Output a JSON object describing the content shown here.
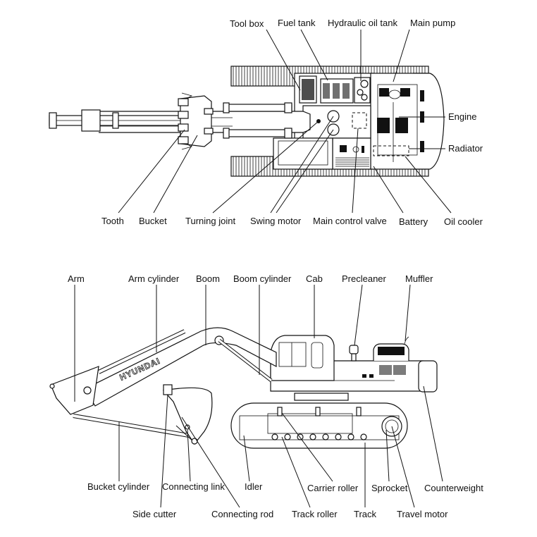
{
  "diagram": {
    "top_view": {
      "labels_top": [
        "Tool box",
        "Fuel tank",
        "Hydraulic oil tank",
        "Main pump"
      ],
      "labels_right": [
        "Engine",
        "Radiator"
      ],
      "labels_bottom": [
        "Tooth",
        "Bucket",
        "Turning joint",
        "Swing motor",
        "Main control valve",
        "Battery",
        "Oil cooler"
      ]
    },
    "side_view": {
      "labels_top": [
        "Arm",
        "Arm cylinder",
        "Boom",
        "Boom cylinder",
        "Cab",
        "Precleaner",
        "Muffler"
      ],
      "labels_bottom_row1": [
        "Bucket cylinder",
        "Connecting link",
        "Idler",
        "Carrier roller",
        "Sprocket",
        "Counterweight"
      ],
      "labels_bottom_row2": [
        "Side cutter",
        "Connecting rod",
        "Track roller",
        "Track",
        "Travel motor"
      ],
      "brand_text": "HYUNDAI"
    }
  }
}
